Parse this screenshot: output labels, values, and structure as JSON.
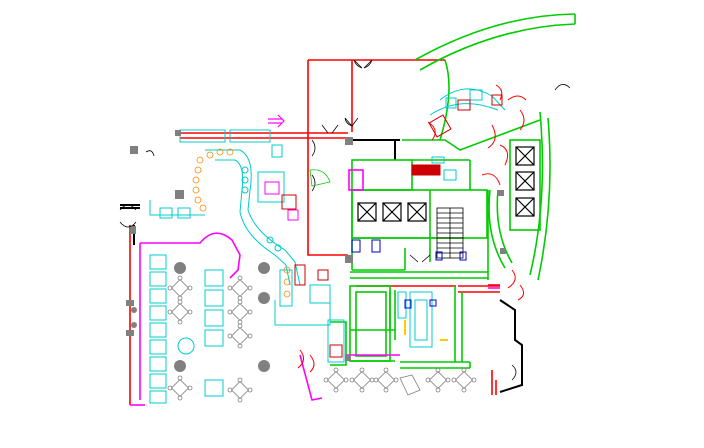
{
  "drawing": {
    "type": "architectural floor plan (CAD)",
    "background": "#ffffff",
    "layer_colors": {
      "walls_primary": "#00cc00",
      "walls_exterior": "#ff0000",
      "furniture_counters": "#00cccc",
      "magenta_partitions": "#ff00ff",
      "structure_dark": "#000000",
      "fixtures_gray": "#808080",
      "seating_orange": "#ff8800",
      "accent_yellow": "#ffcc00"
    },
    "icons": {
      "direction_arrow": "double-arrow-right-icon",
      "elevator_symbol": "elevator-x-icon",
      "stair_symbol": "stair-hatch-icon",
      "door_swing": "door-swing-icon",
      "table_seating": "table-with-chairs-icon"
    },
    "counts": {
      "elevator_cars": 6,
      "round_tables": 7,
      "four_seat_tables_left_column": 13
    }
  }
}
